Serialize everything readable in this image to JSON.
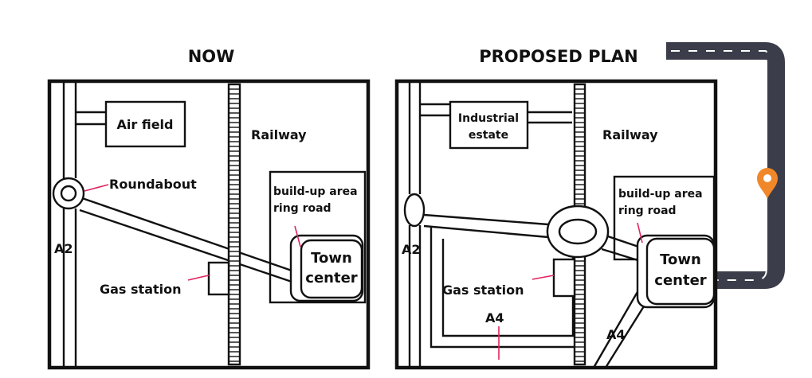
{
  "panels": {
    "now": {
      "title": "NOW",
      "labels": {
        "air_field": "Air field",
        "railway": "Railway",
        "roundabout": "Roundabout",
        "build_up_area": "build-up area",
        "ring_road": "ring road",
        "a2": "A2",
        "town": "Town",
        "center": "center",
        "gas_station": "Gas station"
      }
    },
    "proposed": {
      "title": "PROPOSED PLAN",
      "labels": {
        "industrial": "Industrial",
        "estate": "estate",
        "railway": "Railway",
        "build_up_area": "build-up area",
        "ring_road": "ring road",
        "a2": "A2",
        "town": "Town",
        "center": "center",
        "gas_station": "Gas station",
        "a4_lower": "A4",
        "a4_right": "A4"
      }
    }
  },
  "colors": {
    "ink": "#111111",
    "leader": "#e0245e",
    "route_band": "#3b3d4a",
    "route_dash": "#ffffff",
    "pin": "#f0882a"
  },
  "icons": {
    "marker": "map-pin-icon"
  }
}
